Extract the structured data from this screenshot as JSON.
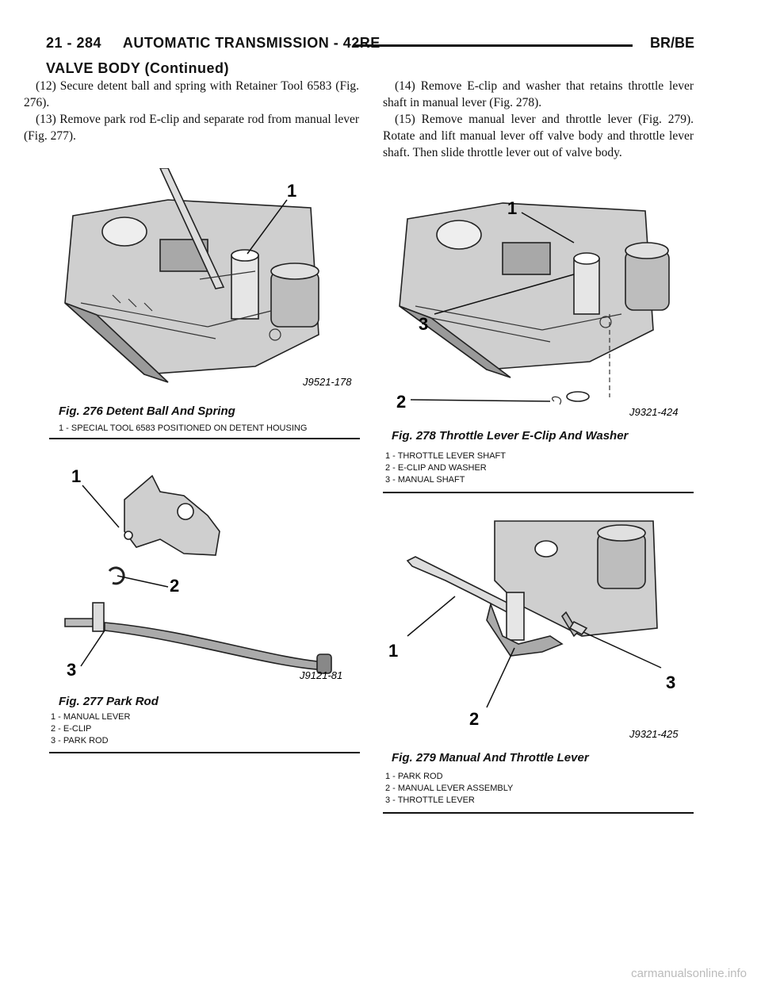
{
  "header": {
    "left": "21 - 284     AUTOMATIC TRANSMISSION - 42RE",
    "right": "BR/BE"
  },
  "section_title": "VALVE BODY (Continued)",
  "steps": {
    "s12": "(12) Secure detent ball and spring with Retainer Tool 6583 (Fig. 276).",
    "s13": "(13) Remove park rod E-clip and separate rod from manual lever (Fig. 277).",
    "s14": "(14) Remove E-clip and washer that retains throttle lever shaft in manual lever (Fig. 278).",
    "s15": "(15) Remove manual lever and throttle lever (Fig. 279). Rotate and lift manual lever off valve body and throttle lever shaft. Then slide throttle lever out of valve body."
  },
  "figures": {
    "fig276": {
      "caption": "Fig. 276 Detent Ball And Spring",
      "code": "J9521-178",
      "callouts": [
        "1"
      ],
      "legend": [
        "1 - SPECIAL TOOL 6583 POSITIONED ON DETENT HOUSING"
      ]
    },
    "fig277": {
      "caption": "Fig. 277 Park Rod",
      "code": "J9121-81",
      "callouts": [
        "1",
        "2",
        "3"
      ],
      "legend": [
        "1 - MANUAL LEVER",
        "2 - E-CLIP",
        "3 - PARK ROD"
      ]
    },
    "fig278": {
      "caption": "Fig. 278 Throttle Lever E-Clip And Washer",
      "code": "J9321-424",
      "callouts": [
        "1",
        "2",
        "3"
      ],
      "legend": [
        "1 - THROTTLE LEVER SHAFT",
        "2 - E-CLIP AND WASHER",
        "3 - MANUAL SHAFT"
      ]
    },
    "fig279": {
      "caption": "Fig. 279 Manual And Throttle Lever",
      "code": "J9321-425",
      "callouts": [
        "1",
        "2",
        "3"
      ],
      "legend": [
        "1 - PARK ROD",
        "2 - MANUAL LEVER ASSEMBLY",
        "3 - THROTTLE LEVER"
      ]
    }
  },
  "footer": "carmanualsonline.info"
}
